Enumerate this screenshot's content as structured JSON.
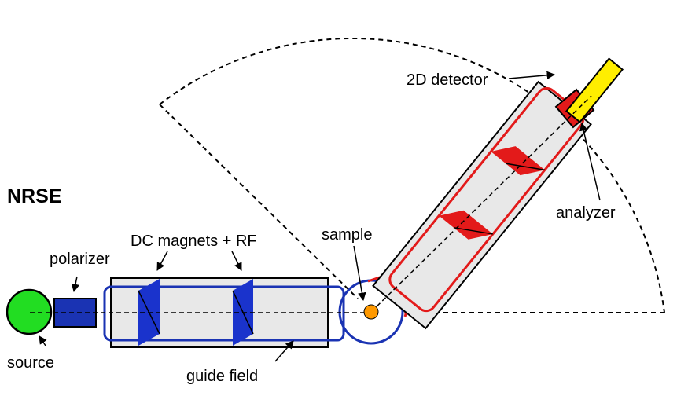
{
  "title": "NRSE",
  "labels": {
    "source": "source",
    "polarizer": "polarizer",
    "dc_magnets": "DC magnets + RF",
    "guide_field": "guide field",
    "sample": "sample",
    "analyzer": "analyzer",
    "detector": "2D detector"
  },
  "colors": {
    "source": "#22dd22",
    "polarizer": "#1a33b3",
    "magnet_blue": "#1a33cc",
    "guide_blue": "#1a33b3",
    "arm_red": "#e31a1a",
    "analyzer": "#e31a1a",
    "detector": "#ffee00",
    "sample": "#ff9900",
    "tube_fill": "#e8e8e8"
  }
}
